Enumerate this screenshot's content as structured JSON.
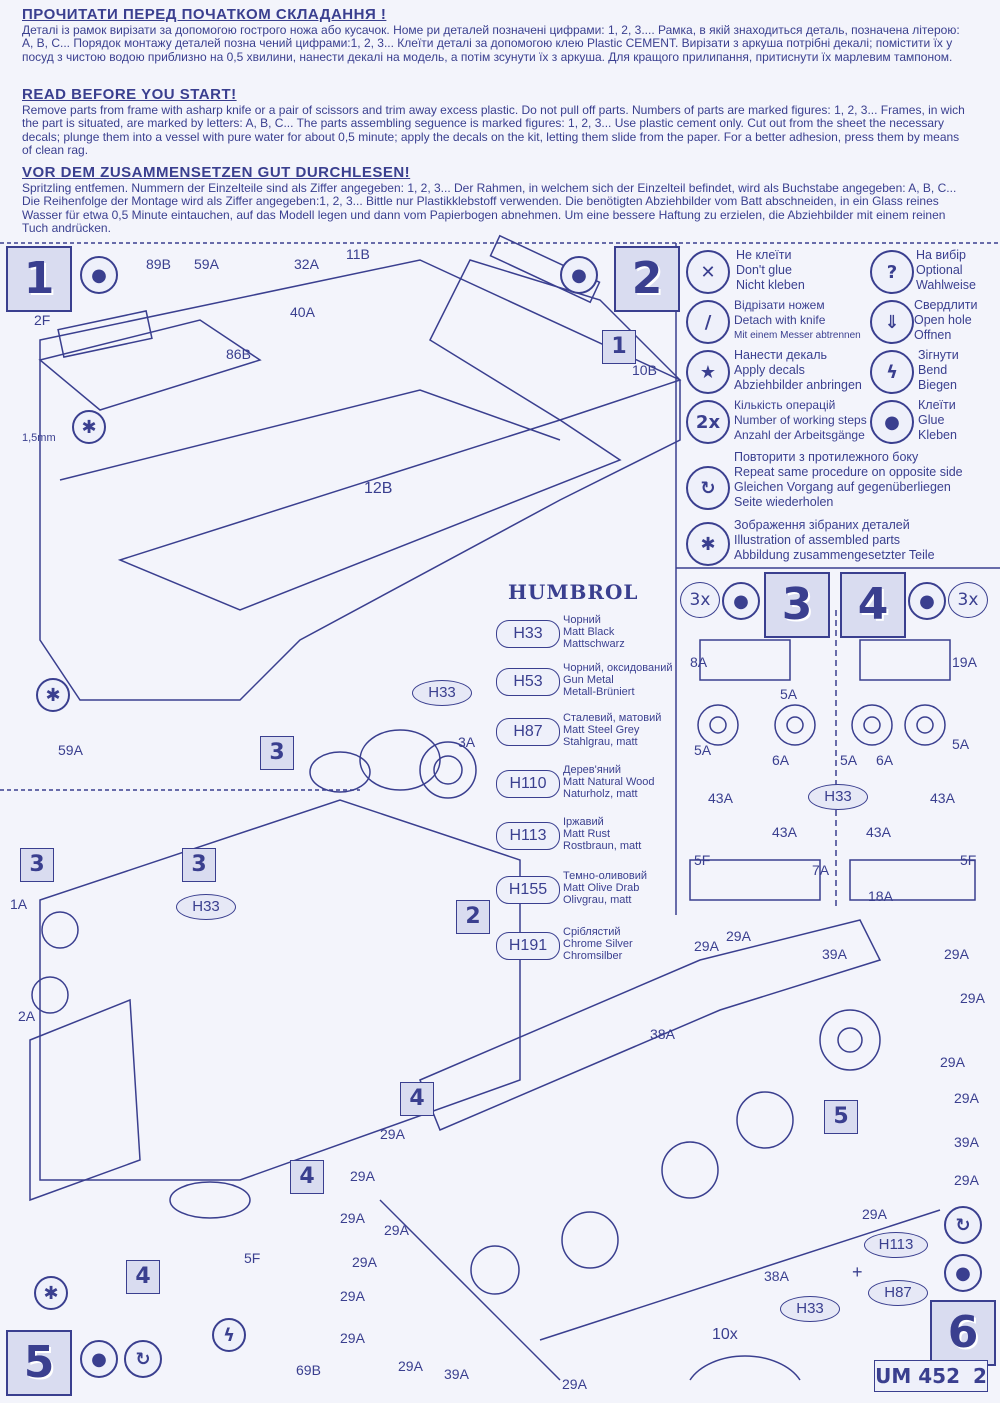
{
  "header": {
    "ua_title": "ПРОЧИТАТИ ПЕРЕД ПОЧАТКОМ СКЛАДАННЯ !",
    "ua_text": "Деталі із рамок вирізати за допомогою гострого ножа або кусачок. Номе ри деталей позначені цифрами: 1, 2, 3.... Рамка, в якій знаходиться деталь, позначена літерою: A, B, C... Порядок монтажу деталей позна чений цифрами:1, 2, 3... Клеїти деталі за допомогою клею Plastic CEMENT. Вирізати з аркуша потрібні декалі; помістити їх у посуд з чистою водою приблизно на 0,5 хвилини, нанести декалі на модель, а потім зсунути їх з аркуша. Для кращого прилипання, притиснути їх марлевим тампоном.",
    "en_title": "READ BEFORE YOU START!",
    "en_text": "Remove parts from frame with asharp knife or a pair of scissors and trim away excess plastic. Do not pull off parts. Numbers of parts are marked figures: 1, 2, 3... Frames, in wich the part is situated, are marked by letters: A, B, C... The parts assembling seguence is marked figures: 1, 2, 3... Use plastic cement only. Cut out from the sheet the necessary decals; plunge them into a vessel with pure water for about 0,5 minute; apply the decals on the kit, letting them slide from the paper. For a better adhesion, press them by means of clean rag.",
    "de_title": "VOR DEM ZUSAMMENSETZEN GUT DURCHLESEN!",
    "de_text": "Spritzling entfemen. Nummern der Einzelteile sind als Ziffer angegeben: 1, 2, 3... Der Rahmen, in welchem sich der Einzelteil befindet, wird als Buchstabe angegeben: A, B, C... Die Reihenfolge der Montage wird als Ziffer angegeben:1, 2, 3... Bittle nur Plastikklebstoff verwenden. Die benötigten Abziehbilder vom Batt abschneiden, in ein Glass reines Wasser für etwa 0,5 Minute eintauchen, auf das Modell legen und dann vom Papierbogen abnehmen. Um eine bessere Haftung zu erzielen, die Abziehbilder mit einem reinen Tuch andrücken."
  },
  "legend": [
    {
      "icon": "no-glue-icon",
      "lines": [
        "Не клеїти",
        "Don't glue",
        "Nicht kleben"
      ]
    },
    {
      "icon": "question-icon",
      "lines": [
        "На вибір",
        "Optional",
        "Wahlweise"
      ]
    },
    {
      "icon": "knife-icon",
      "lines": [
        "Відрізати ножем",
        "Detach with knife",
        "Mit einem Messer abtrennen"
      ]
    },
    {
      "icon": "drill-icon",
      "lines": [
        "Свердлити",
        "Open hole",
        "Offnen"
      ]
    },
    {
      "icon": "decal-icon",
      "lines": [
        "Нанести декаль",
        "Apply decals",
        "Abziehbilder anbringen"
      ]
    },
    {
      "icon": "bend-icon",
      "lines": [
        "Зігнути",
        "Bend",
        "Biegen"
      ]
    },
    {
      "icon": "operations-icon",
      "symbol": "2x",
      "lines": [
        "Кількість операцій",
        "Number of working steps",
        "Anzahl der Arbeitsgänge"
      ]
    },
    {
      "icon": "glue-icon",
      "lines": [
        "Клеїти",
        "Glue",
        "Kleben"
      ]
    },
    {
      "icon": "repeat-icon",
      "lines": [
        "Повторити з протилежного боку",
        "Repeat same procedure on opposite side",
        "Gleichen Vorgang auf gegenüberliegen",
        "Seite wiederholen"
      ]
    },
    {
      "icon": "assembled-icon",
      "lines": [
        "Зображення зібраних деталей",
        "Illustration of assembled parts",
        "Abbildung zusammengesetzter Teile"
      ]
    }
  ],
  "paints": {
    "brand": "HUMBROL",
    "items": [
      {
        "code": "H33",
        "lines": [
          "Чорний",
          "Matt Black",
          "Mattschwarz"
        ]
      },
      {
        "code": "H53",
        "lines": [
          "Чорний, оксидований",
          "Gun Metal",
          "Metall-Brüniert"
        ]
      },
      {
        "code": "H87",
        "lines": [
          "Сталевий, матовий",
          "Matt Steel Grey",
          "Stahlgrau, matt"
        ]
      },
      {
        "code": "H110",
        "lines": [
          "Дерев'яний",
          "Matt Natural Wood",
          "Naturholz, matt"
        ]
      },
      {
        "code": "H113",
        "lines": [
          "Іржавий",
          "Matt Rust",
          "Rostbraun, matt"
        ]
      },
      {
        "code": "H155",
        "lines": [
          "Темно-оливовий",
          "Matt Olive Drab",
          "Olivgrau, matt"
        ]
      },
      {
        "code": "H191",
        "lines": [
          "Сріблястий",
          "Chrome Silver",
          "Chromsilber"
        ]
      }
    ]
  },
  "steps": {
    "s1": "1",
    "s2": "2",
    "s3": "3",
    "s4": "4",
    "s5": "5",
    "s6": "6",
    "mult3": "3x",
    "mult3b": "3x",
    "mult10": "10x",
    "plus": "+"
  },
  "parts": {
    "p89B": "89B",
    "p59A": "59A",
    "p32A": "32A",
    "p11B": "11B",
    "p40A": "40A",
    "p2F": "2F",
    "p86B": "86B",
    "p10B": "10B",
    "p12B": "12B",
    "p1_5mm": "1,5mm",
    "p59A_b": "59A",
    "p3A": "3A",
    "pH33_a": "H33",
    "pH33_b": "H33",
    "pH33_c": "H33",
    "pH33_d": "H33",
    "p1A": "1A",
    "p2A": "2A",
    "p8A": "8A",
    "p19A": "19A",
    "p5A_1": "5A",
    "p5A_2": "5A",
    "p5A_3": "5A",
    "p5A_4": "5A",
    "p6A_1": "6A",
    "p6A_2": "6A",
    "p43A_1": "43A",
    "p43A_2": "43A",
    "p43A_3": "43A",
    "p43A_4": "43A",
    "p5F_1": "5F",
    "p5F_2": "5F",
    "p7A": "7A",
    "p18A": "18A",
    "p38A_1": "38A",
    "p38A_2": "38A",
    "p39A_1": "39A",
    "p39A_2": "39A",
    "p39A_3": "39A",
    "p29A": "29A",
    "p5F_3": "5F",
    "p69B": "69B",
    "pH113": "H113",
    "pH87": "H87",
    "p1_s": "1",
    "p2_s": "2",
    "p3_s": "3",
    "p3_s2": "3",
    "p4_s": "4",
    "p4_s2": "4",
    "p4_s3": "4",
    "p5_s": "5"
  },
  "footer": {
    "code": "UM 452",
    "page": "2"
  }
}
